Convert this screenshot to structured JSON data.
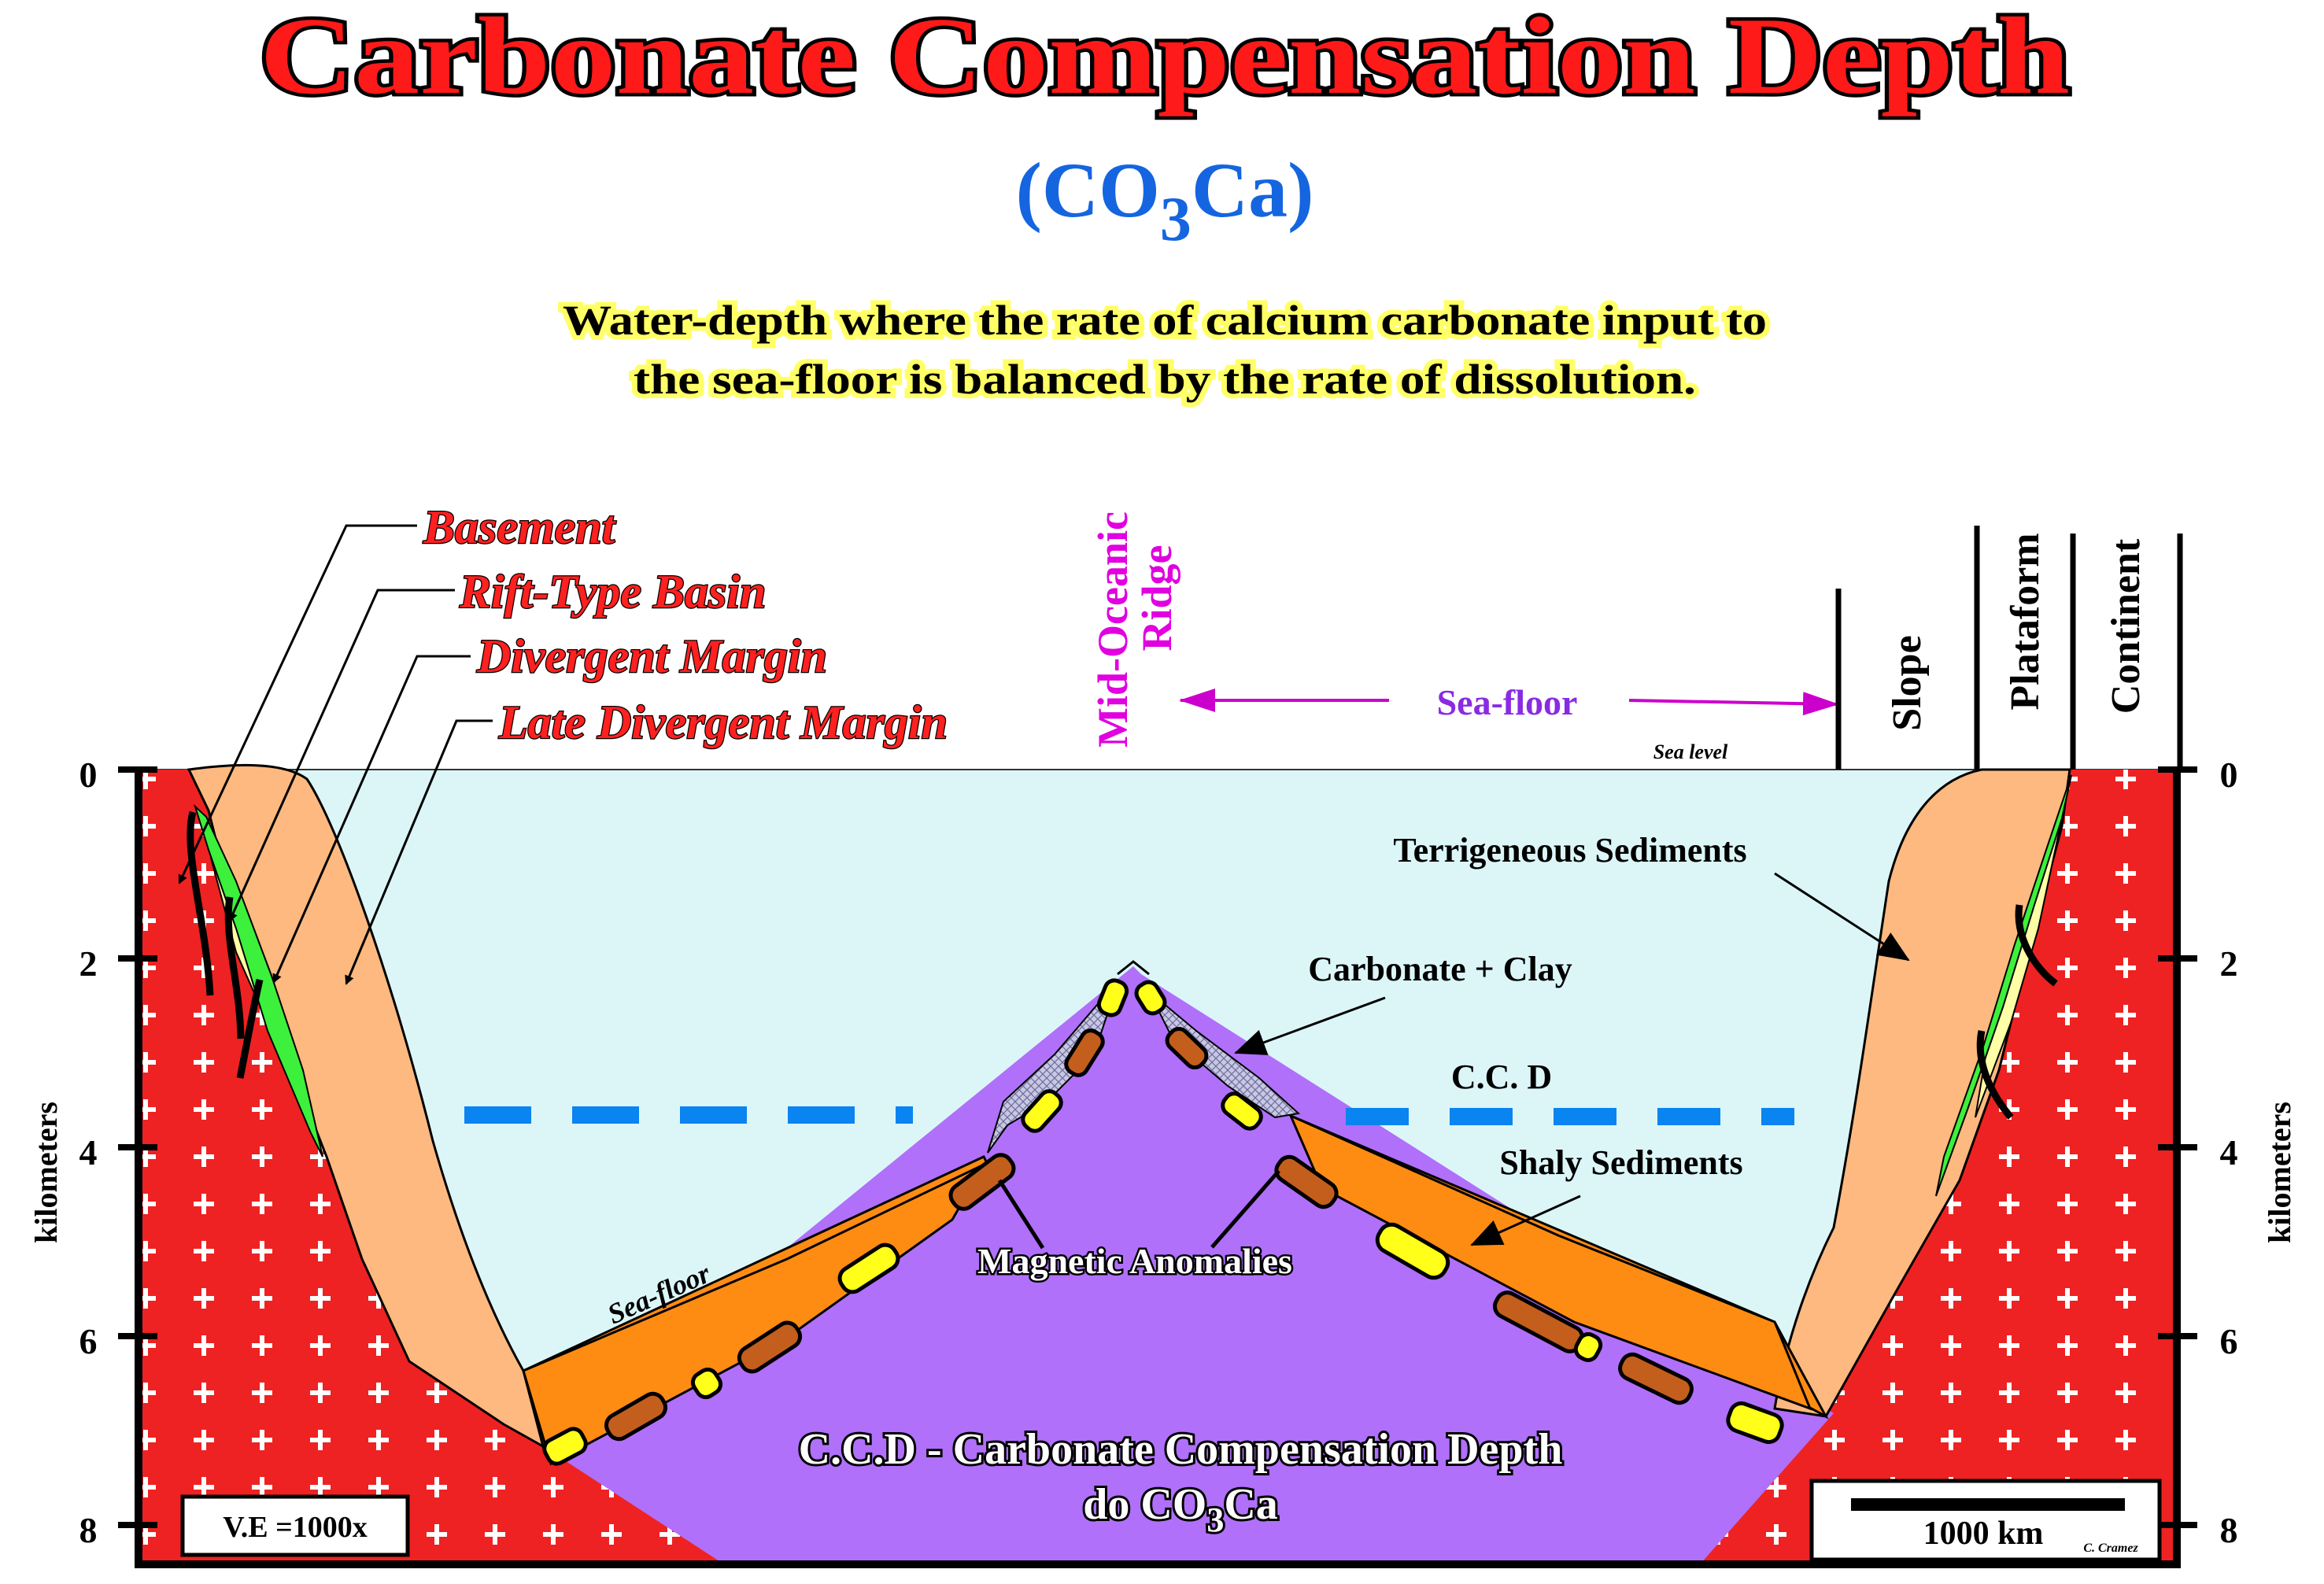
{
  "title": "Carbonate Compensation Depth",
  "formula": {
    "open": "(CO",
    "sub": "3",
    "close": "Ca)"
  },
  "definition": [
    "Water-depth where the rate of calcium carbonate input to",
    "the sea-floor is balanced by the rate of dissolution."
  ],
  "stages": [
    "Basement",
    "Rift-Type Basin",
    "Divergent Margin",
    "Late Divergent Margin"
  ],
  "ridge_label": [
    "Mid-Oceanic",
    "Ridge"
  ],
  "seafloor_top": "Sea-floor",
  "sea_level": "Sea level",
  "zones": [
    "Slope",
    "Plataform",
    "Continent"
  ],
  "labels": {
    "terrigeneous": "Terrigeneous Sediments",
    "carbonate_clay": "Carbonate + Clay",
    "ccd_short": "C.C. D",
    "shaly": "Shaly Sediments",
    "magnetic": "Magnetic Anomalies",
    "seafloor_left": "Sea-floor",
    "ccd_long_1": "C.C.D - Carbonate Compensation Depth",
    "ccd_long_2_pre": "do CO",
    "ccd_long_2_sub": "3",
    "ccd_long_2_post": "Ca"
  },
  "axis": {
    "label": "kilometers",
    "ticks": [
      "0",
      "2",
      "4",
      "6",
      "8"
    ]
  },
  "vertical_exaggeration": "V.E =1000x",
  "scale_bar": "1000 km",
  "credit": "C. Cramez",
  "colors": {
    "title_red": "#ff1a1a",
    "formula_blue": "#1565e0",
    "highlight_yellow": "#ffff66",
    "stage_red": "#ff2020",
    "magenta": "#e000e0",
    "seafloor_purple": "#8a2be2",
    "basement_red": "#ee2222",
    "terrigenous_tan": "#fdb97f",
    "ocean": "#dcf6f8",
    "oceanic_crust": "#b070fa",
    "shaly_orange": "#ff8c12",
    "magnetic_brown": "#c45e1c",
    "magnetic_yellow": "#ffff1a",
    "ccd_blue": "#0a84f0",
    "green": "#3cf03c",
    "pale_yellow": "#ffffa8"
  }
}
